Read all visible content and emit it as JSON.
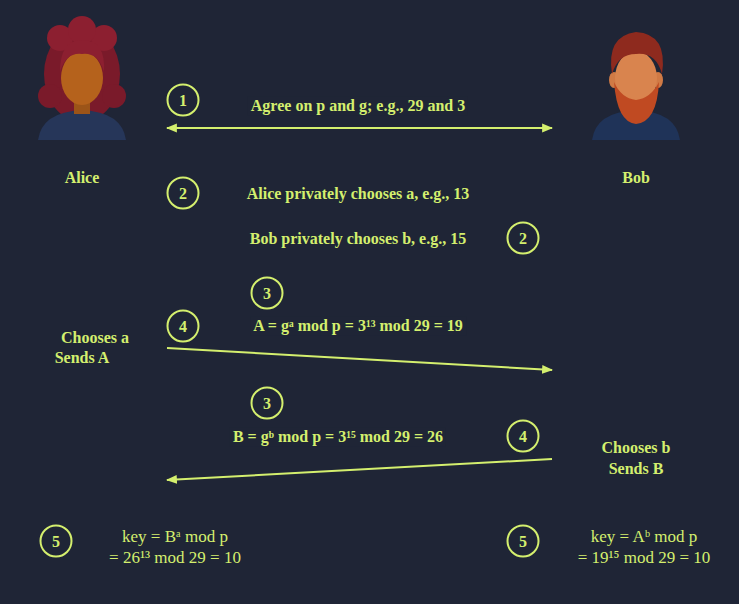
{
  "diagram": {
    "nodes": [
      {
        "text": [
          "Alice"
        ]
      },
      {
        "text": [
          "Bob"
        ]
      }
    ],
    "edges": [
      {
        "from": 0,
        "to": 1,
        "arrow": "both",
        "label": "Agree on p and g; e.g., 29 and 3"
      },
      {
        "from": 0,
        "to": 1,
        "arrow": "to",
        "label": "A = gᵃ mod p = 3¹³ mod 29 = 19"
      },
      {
        "from": 1,
        "to": 0,
        "arrow": "to",
        "label": "B = gᵇ mod p = 3¹⁵ mod 29 = 26"
      }
    ],
    "labels": [
      "1",
      "2",
      "Alice privately chooses a, e.g., 13",
      "Bob privately chooses b, e.g., 15",
      "2",
      "3",
      "4",
      "Chooses a",
      "Sends A",
      "3",
      "4",
      "Chooses b",
      "Sends B",
      "5",
      "key = Bᵃ mod p",
      "= 26¹³ mod 29 = 10",
      "5",
      "key = Aᵇ mod p",
      "= 19¹⁵ mod 29 = 10"
    ]
  }
}
